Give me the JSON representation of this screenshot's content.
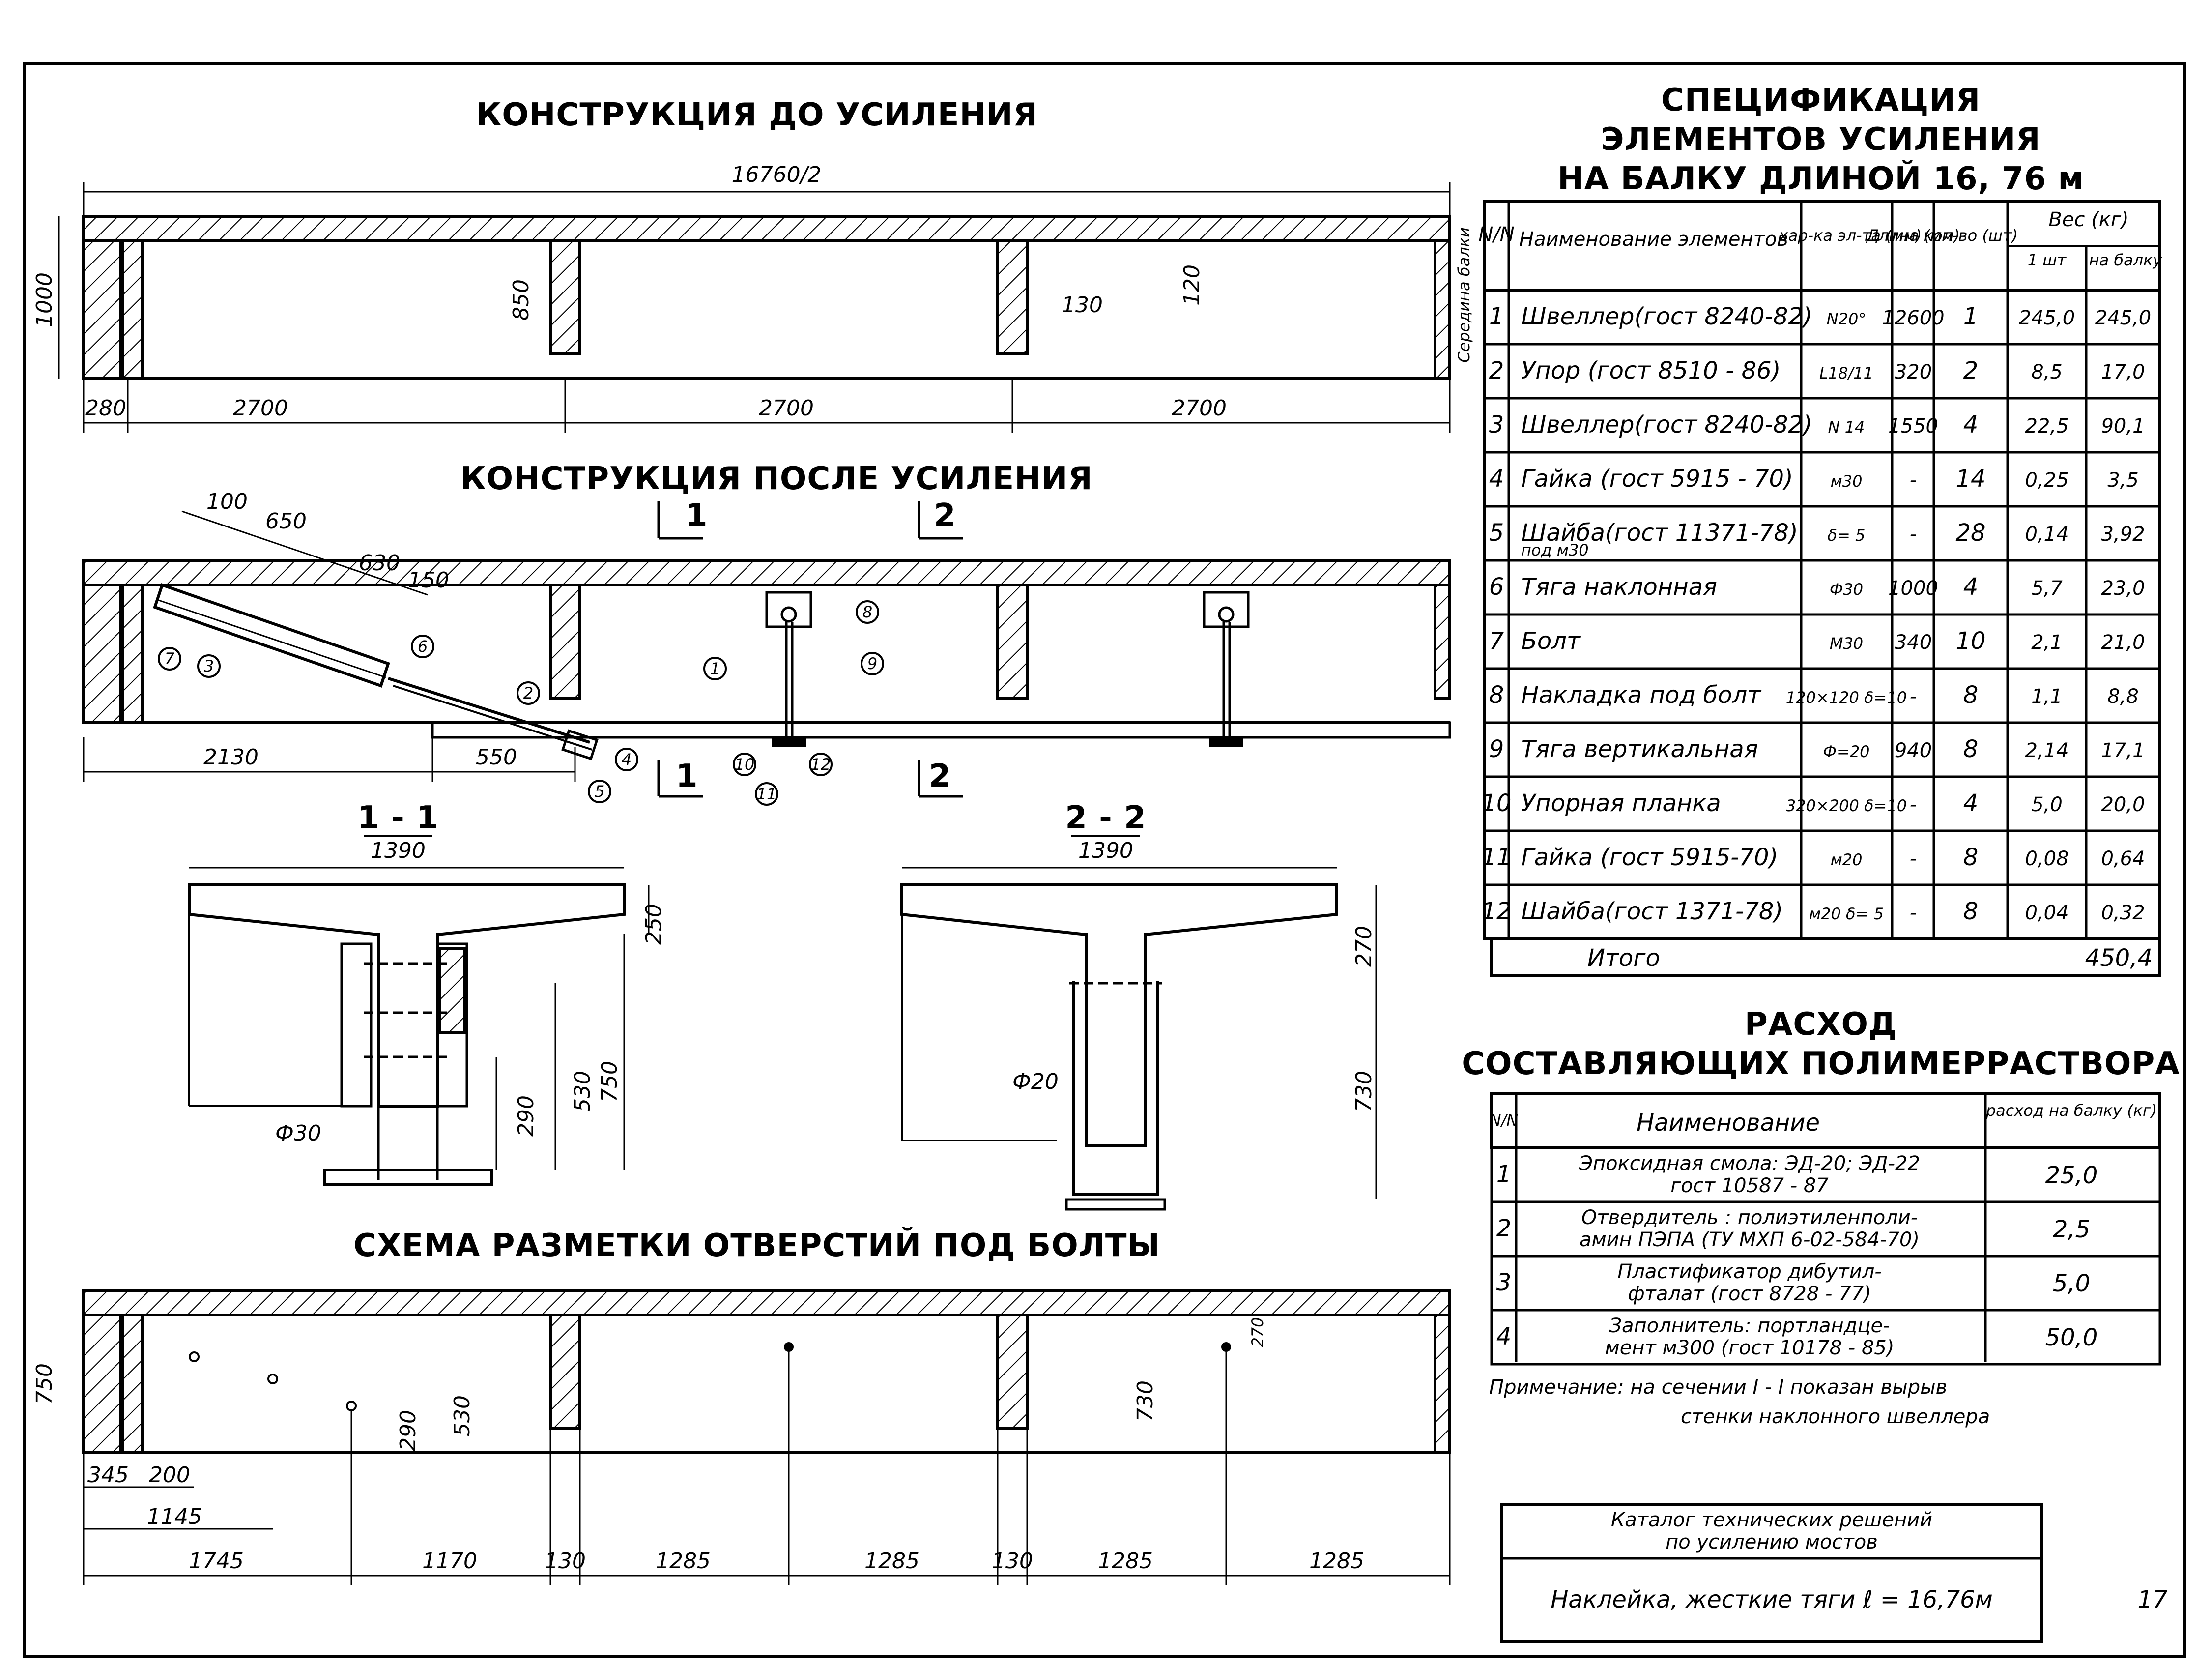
{
  "titles": {
    "before": "КОНСТРУКЦИЯ ДО УСИЛЕНИЯ",
    "after": "КОНСТРУКЦИЯ ПОСЛЕ УСИЛЕНИЯ",
    "scheme": "СХЕМА РАЗМЕТКИ ОТВЕРСТИЙ ПОД БОЛТЫ",
    "section1": "1 - 1",
    "section2": "2 - 2"
  },
  "before_dims": {
    "total": "16760/2",
    "height": "1000",
    "h850": "850",
    "w130": "130",
    "t120": "120",
    "d280": "280",
    "s1": "2700",
    "s2": "2700",
    "s3": "2700",
    "mid": "Середина балки"
  },
  "after_dims": {
    "d100": "100",
    "d650": "650",
    "d630": "630",
    "d150": "150",
    "d2130": "2130",
    "d550": "550",
    "cut1": "1",
    "cut2": "2"
  },
  "callouts": [
    "1",
    "2",
    "3",
    "4",
    "5",
    "6",
    "7",
    "8",
    "9",
    "10",
    "11",
    "12"
  ],
  "section1_dims": {
    "width": "1390",
    "d250": "250",
    "d750": "750",
    "d530": "530",
    "d290": "290",
    "phi": "Ф30"
  },
  "section2_dims": {
    "width": "1390",
    "d270": "270",
    "d730": "730",
    "phi": "Ф20"
  },
  "scheme_dims": {
    "height": "750",
    "d345": "345",
    "d200": "200",
    "d1145": "1145",
    "d290": "290",
    "d530": "530",
    "d730": "730",
    "d270": "270",
    "bottom": [
      "1745",
      "1170",
      "130",
      "1285",
      "1285",
      "130",
      "1285",
      "1285"
    ]
  },
  "spec": {
    "title": [
      "СПЕЦИФИКАЦИЯ",
      "ЭЛЕМЕНТОВ УСИЛЕНИЯ",
      "НА БАЛКУ ДЛИНОЙ 16, 76 м"
    ],
    "headers": {
      "n": "N/N",
      "name": "Наименование элементов",
      "char": "хар-ка эл-та (мм)",
      "len": "Длина (мм)",
      "qty": "кол-во (шт)",
      "weight": "Вес (кг)",
      "w1": "1 шт",
      "w2": "на балку"
    },
    "rows": [
      {
        "n": "1",
        "name": "Швеллер(гост 8240-82)",
        "char": "N20°",
        "len": "12600",
        "qty": "1",
        "w1": "245,0",
        "w2": "245,0"
      },
      {
        "n": "2",
        "name": "Упор (гост 8510 - 86)",
        "char": "L18/11",
        "len": "320",
        "qty": "2",
        "w1": "8,5",
        "w2": "17,0"
      },
      {
        "n": "3",
        "name": "Швеллер(гост 8240-82)",
        "char": "N 14",
        "len": "1550",
        "qty": "4",
        "w1": "22,5",
        "w2": "90,1"
      },
      {
        "n": "4",
        "name": "Гайка (гост 5915 - 70)",
        "char": "м30",
        "len": "-",
        "qty": "14",
        "w1": "0,25",
        "w2": "3,5"
      },
      {
        "n": "5",
        "name": "Шайба(гост 11371-78)",
        "sub": "под м30",
        "char": "δ= 5",
        "len": "-",
        "qty": "28",
        "w1": "0,14",
        "w2": "3,92"
      },
      {
        "n": "6",
        "name": "Тяга наклонная",
        "char": "Ф30",
        "len": "1000",
        "qty": "4",
        "w1": "5,7",
        "w2": "23,0"
      },
      {
        "n": "7",
        "name": "Болт",
        "char": "М30",
        "len": "340",
        "qty": "10",
        "w1": "2,1",
        "w2": "21,0"
      },
      {
        "n": "8",
        "name": "Накладка под болт",
        "char": "120×120 δ=10",
        "len": "-",
        "qty": "8",
        "w1": "1,1",
        "w2": "8,8"
      },
      {
        "n": "9",
        "name": "Тяга вертикальная",
        "char": "Ф=20",
        "len": "940",
        "qty": "8",
        "w1": "2,14",
        "w2": "17,1"
      },
      {
        "n": "10",
        "name": "Упорная планка",
        "char": "320×200 δ=10",
        "len": "-",
        "qty": "4",
        "w1": "5,0",
        "w2": "20,0"
      },
      {
        "n": "11",
        "name": "Гайка (гост 5915-70)",
        "char": "м20",
        "len": "-",
        "qty": "8",
        "w1": "0,08",
        "w2": "0,64"
      },
      {
        "n": "12",
        "name": "Шайба(гост 1371-78)",
        "char": "м20 δ= 5",
        "len": "-",
        "qty": "8",
        "w1": "0,04",
        "w2": "0,32"
      }
    ],
    "total_label": "Итого",
    "total_value": "450,4"
  },
  "usage": {
    "title": [
      "РАСХОД",
      "СОСТАВЛЯЮЩИХ ПОЛИМЕРРАСТВОРА"
    ],
    "headers": {
      "n": "N/N",
      "name": "Наименование",
      "amount": "расход на балку (кг)"
    },
    "rows": [
      {
        "n": "1",
        "line1": "Эпоксидная смола: ЭД-20; ЭД-22",
        "line2": "гост 10587 - 87",
        "amount": "25,0"
      },
      {
        "n": "2",
        "line1": "Отвердитель : полиэтиленполи-",
        "line2": "амин ПЭПА (ТУ МХП 6-02-584-70)",
        "amount": "2,5"
      },
      {
        "n": "3",
        "line1": "Пластификатор дибутил-",
        "line2": "фталат (гост 8728 - 77)",
        "amount": "5,0"
      },
      {
        "n": "4",
        "line1": "Заполнитель: портландце-",
        "line2": "мент м300 (гост 10178 - 85)",
        "amount": "50,0"
      }
    ]
  },
  "note": {
    "line1": "Примечание: на сечении I - I показан вырыв",
    "line2": "стенки наклонного швеллера"
  },
  "stamp": {
    "line1": "Каталог технических решений",
    "line2": "по усилению мостов",
    "line3": "Наклейка, жесткие тяги ℓ = 16,76м"
  },
  "page_number": "17"
}
